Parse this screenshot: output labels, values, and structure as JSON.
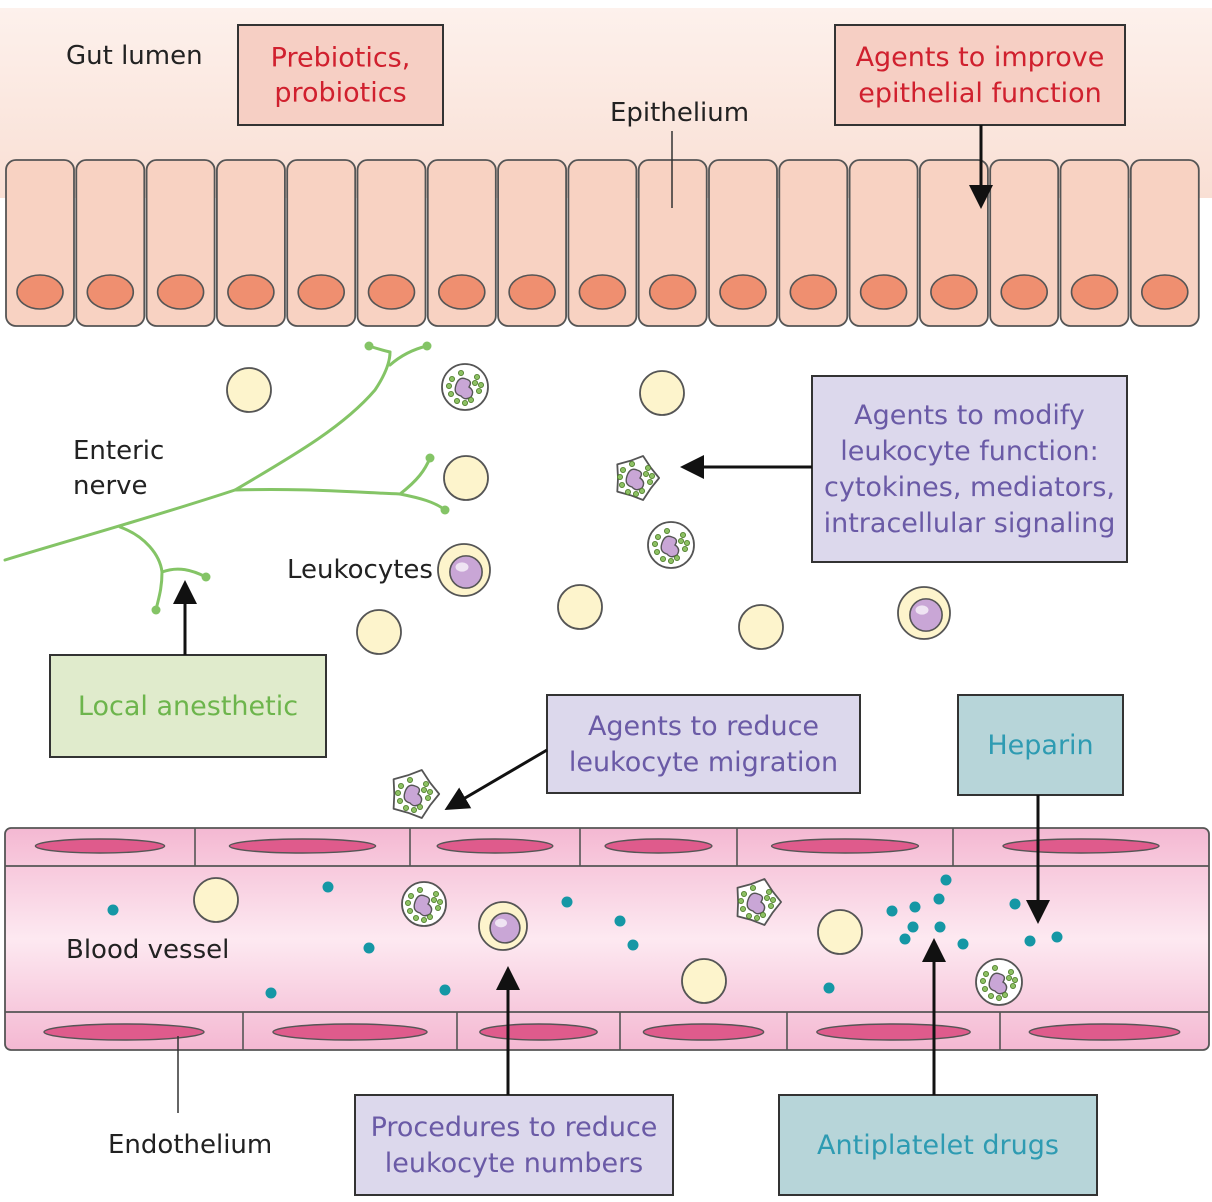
{
  "labels": {
    "gut_lumen": "Gut lumen",
    "epithelium": "Epithelium",
    "enteric_nerve_line1": "Enteric",
    "enteric_nerve_line2": "nerve",
    "leukocytes": "Leukocytes",
    "blood_vessel": "Blood vessel",
    "endothelium": "Endothelium"
  },
  "boxes": {
    "prebiotics": {
      "lines": [
        "Prebiotics,",
        "probiotics"
      ],
      "text_color": "#d0202e",
      "fill": "#f6cfc4"
    },
    "epithelial": {
      "lines": [
        "Agents to improve",
        "epithelial function"
      ],
      "text_color": "#d0202e",
      "fill": "#f6cfc4"
    },
    "leukocyte_function": {
      "lines": [
        "Agents to modify",
        "leukocyte function:",
        "cytokines, mediators,",
        "intracellular signaling"
      ],
      "text_color": "#6a5aa6",
      "fill": "#dcd8ec"
    },
    "local_anesthetic": {
      "lines": [
        "Local anesthetic"
      ],
      "text_color": "#6db54c",
      "fill": "#e0ebcc"
    },
    "migration": {
      "lines": [
        "Agents to reduce",
        "leukocyte migration"
      ],
      "text_color": "#6a5aa6",
      "fill": "#dcd8ec"
    },
    "heparin": {
      "lines": [
        "Heparin"
      ],
      "text_color": "#2e9bb2",
      "fill": "#b7d5d9"
    },
    "procedures": {
      "lines": [
        "Procedures to reduce",
        "leukocyte numbers"
      ],
      "text_color": "#6a5aa6",
      "fill": "#dcd8ec"
    },
    "antiplatelet": {
      "lines": [
        "Antiplatelet drugs"
      ],
      "text_color": "#2e9bb2",
      "fill": "#b7d5d9"
    }
  },
  "colors": {
    "epithelial_cell": "#f8d2c2",
    "nucleus": "#ef8f70",
    "nerve": "#84c466",
    "lymphocyte": "#fdf4cc",
    "lymph_nucleus": "#c9a6d6",
    "platelet": "#1597a5",
    "vessel": "#f6c5d9",
    "endothelial_nucleus": "#df5b8c"
  }
}
